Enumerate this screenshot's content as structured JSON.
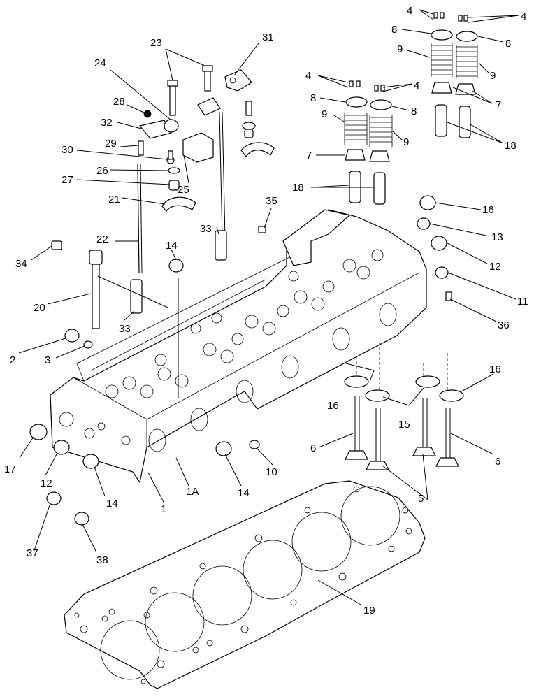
{
  "labels": {
    "l1": "1",
    "l1A": "1A",
    "l2": "2",
    "l3": "3",
    "l4a": "4",
    "l4b": "4",
    "l4c": "4",
    "l4d": "4",
    "l5": "5",
    "l6a": "6",
    "l6b": "6",
    "l7a": "7",
    "l7b": "7",
    "l8a": "8",
    "l8b": "8",
    "l8c": "8",
    "l8d": "8",
    "l9a": "9",
    "l9b": "9",
    "l9c": "9",
    "l9d": "9",
    "l10": "10",
    "l11": "11",
    "l12a": "12",
    "l12b": "12",
    "l13": "13",
    "l14a": "14",
    "l14b": "14",
    "l14c": "14",
    "l15": "15",
    "l16a": "16",
    "l16b": "16",
    "l16c": "16",
    "l17": "17",
    "l18a": "18",
    "l18b": "18",
    "l19": "19",
    "l20": "20",
    "l21": "21",
    "l22": "22",
    "l23": "23",
    "l24": "24",
    "l25": "25",
    "l26": "26",
    "l27": "27",
    "l28": "28",
    "l29": "29",
    "l30": "30",
    "l31": "31",
    "l32": "32",
    "l33a": "33",
    "l33b": "33",
    "l34": "34",
    "l35": "35",
    "l36": "36",
    "l37": "37",
    "l38": "38"
  }
}
